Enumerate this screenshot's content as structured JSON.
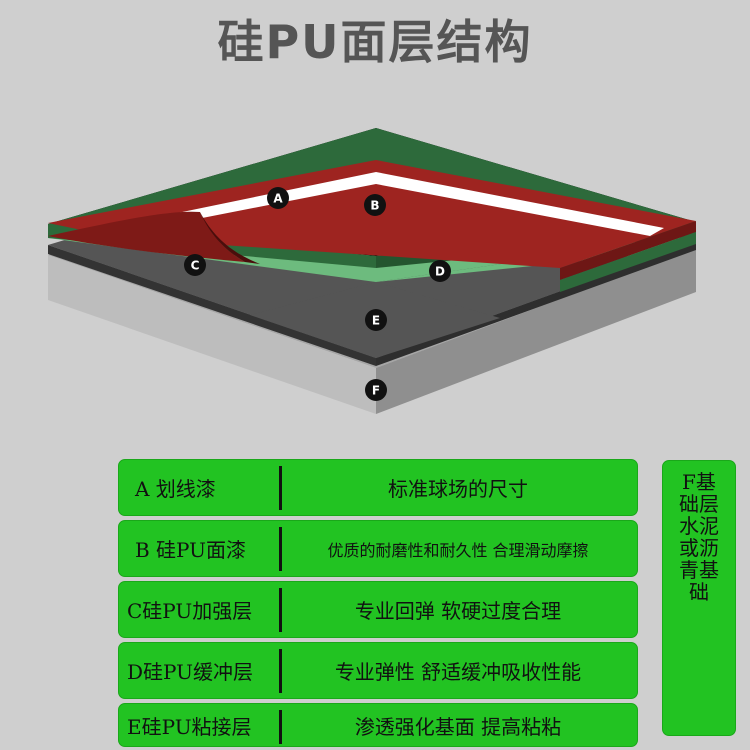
{
  "title": "硅PU面层结构",
  "markers": {
    "a": "A",
    "b": "B",
    "c": "C",
    "d": "D",
    "e": "E",
    "f": "F"
  },
  "colors": {
    "background": "#cfcfcf",
    "top_red": "#9e2420",
    "line_white": "#ffffff",
    "green_light": "#6dbb7e",
    "green_dark": "#2d6a3b",
    "dark_gray": "#555555",
    "base_gray": "#a6a6a6",
    "row_green": "#22c322"
  },
  "rows": [
    {
      "label": "A  划线漆",
      "desc": "标准球场的尺寸"
    },
    {
      "label": "B  硅PU面漆",
      "desc": "优质的耐磨性和耐久性 合理滑动摩擦"
    },
    {
      "label": "C硅PU加强层",
      "desc": "专业回弹 软硬过度合理"
    },
    {
      "label": "D硅PU缓冲层",
      "desc": "专业弹性 舒适缓冲吸收性能"
    },
    {
      "label": "E硅PU粘接层",
      "desc": "渗透强化基面 提高粘粘"
    }
  ],
  "side_text": "F基础层水泥或沥青基础"
}
